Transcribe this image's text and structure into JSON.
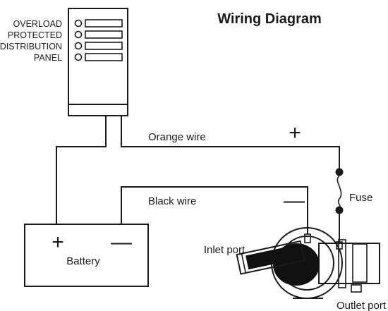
{
  "title": "Wiring Diagram",
  "panel": {
    "label_lines": [
      "OVERLOAD",
      "PROTECTED",
      "DISTRIBUTION",
      "PANEL"
    ]
  },
  "wires": {
    "orange": "Orange wire",
    "black": "Black wire",
    "positive_sign": "+",
    "negative_sign": "—"
  },
  "fuse": "Fuse",
  "battery": {
    "label": "Battery",
    "positive": "+",
    "negative": "—"
  },
  "pump": {
    "inlet": "Inlet port",
    "outlet": "Outlet port"
  }
}
